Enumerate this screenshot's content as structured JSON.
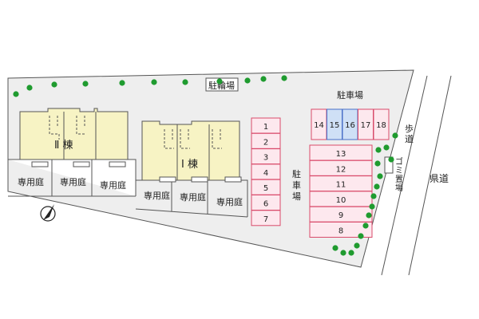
{
  "colors": {
    "ground": "#eeeeee",
    "building": "#f7f3c4",
    "parking": "#fde8ee",
    "parking_border": "#d94b6b",
    "highlight": "#cfe0f6",
    "highlight_border": "#4a70c8",
    "tree": "#1f9b2f",
    "line": "#555555"
  },
  "labels": {
    "bicycle_parking": "駐輪場",
    "parking_top": "駐車場",
    "parking_vertical": "駐\n車\n場",
    "sidewalk": "歩\n道",
    "garbage": "ゴ\nミ\n置\n場",
    "prefectural_road": "県道"
  },
  "buildings": [
    {
      "id": "building-2",
      "label": "Ⅱ 棟"
    },
    {
      "id": "building-1",
      "label": "Ⅰ 棟"
    }
  ],
  "gardens": [
    "専用庭",
    "専用庭",
    "専用庭",
    "専用庭",
    "専用庭",
    "専用庭"
  ],
  "parking": {
    "column_left": [
      "1",
      "2",
      "3",
      "4",
      "5",
      "6",
      "7"
    ],
    "top_row": [
      "14",
      "15",
      "16",
      "17",
      "18"
    ],
    "top_row_highlighted": [
      "15",
      "16"
    ],
    "column_right": [
      "13",
      "12",
      "11",
      "10",
      "9",
      "8"
    ]
  },
  "icons": {
    "compass": "north-arrow-icon",
    "tree": "tree-icon"
  }
}
